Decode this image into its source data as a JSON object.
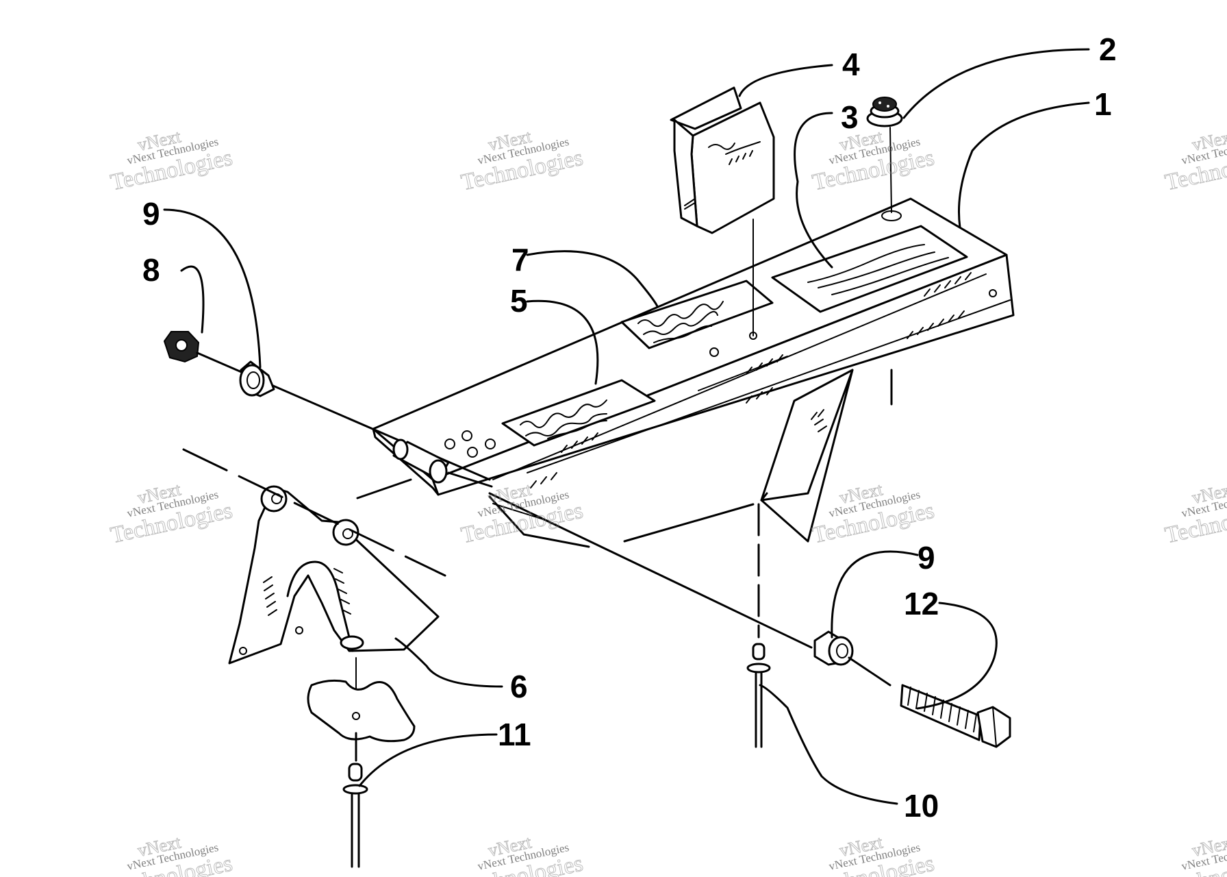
{
  "callouts": [
    {
      "id": "1",
      "label": "1"
    },
    {
      "id": "2",
      "label": "2"
    },
    {
      "id": "3",
      "label": "3"
    },
    {
      "id": "4",
      "label": "4"
    },
    {
      "id": "5",
      "label": "5"
    },
    {
      "id": "6",
      "label": "6"
    },
    {
      "id": "7",
      "label": "7"
    },
    {
      "id": "8",
      "label": "8"
    },
    {
      "id": "9a",
      "label": "9"
    },
    {
      "id": "9b",
      "label": "9"
    },
    {
      "id": "10",
      "label": "10"
    },
    {
      "id": "11",
      "label": "11"
    },
    {
      "id": "12",
      "label": "12"
    }
  ],
  "watermark": {
    "line1": "vNext Technologies",
    "line2": "Technologies",
    "top": "vNext"
  }
}
